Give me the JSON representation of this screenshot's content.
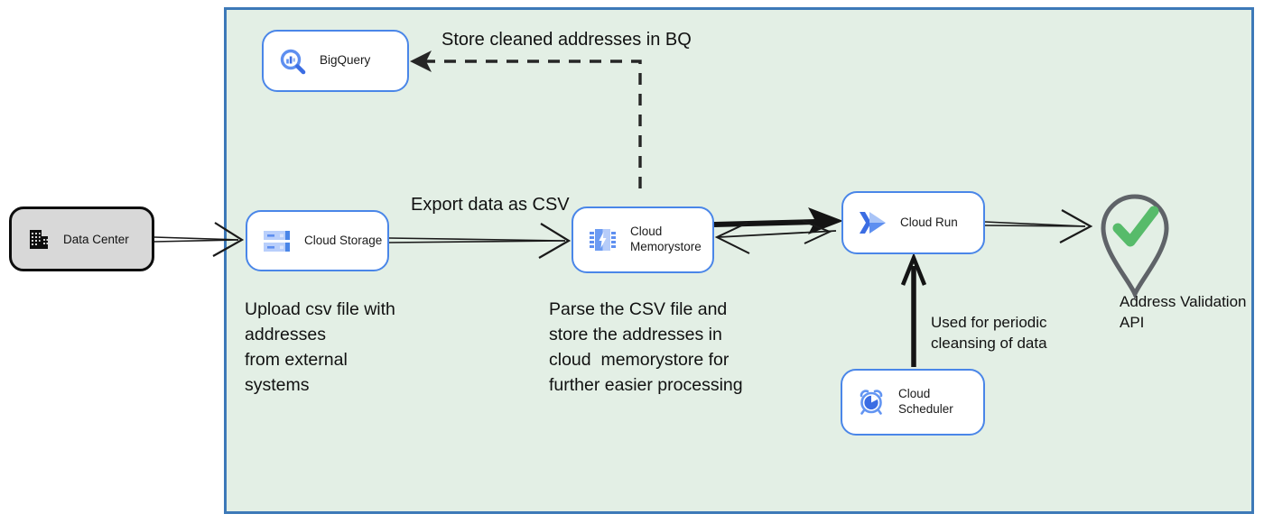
{
  "nodes": {
    "data_center": {
      "label": "Data Center"
    },
    "bigquery": {
      "label": "BigQuery"
    },
    "cloud_storage": {
      "label": "Cloud Storage"
    },
    "cloud_memorystore": {
      "label": "Cloud Memorystore"
    },
    "cloud_run": {
      "label": "Cloud Run"
    },
    "cloud_scheduler": {
      "label": "Cloud Scheduler"
    },
    "address_validation_api": {
      "label": "Address Validation API"
    }
  },
  "annotations": {
    "store_bq": "Store cleaned addresses in BQ",
    "export_csv": "Export data as CSV",
    "upload_note": "Upload csv file with\naddresses\nfrom external\nsystems",
    "parse_note": "Parse the CSV file and\nstore the addresses in\ncloud  memorystore for\nfurther easier processing",
    "scheduler_note": "Used for periodic\ncleansing of data"
  },
  "icons": {
    "data_center": "building-icon",
    "bigquery": "magnifier-with-barchart-icon",
    "cloud_storage": "stacked-disks-icon",
    "cloud_memorystore": "memory-chip-bolt-icon",
    "cloud_run": "double-chevron-play-icon",
    "cloud_scheduler": "alarm-clock-icon",
    "address_validation_api": "map-pin-checkmark-icon"
  },
  "colors": {
    "container_fill": "#e3efe5",
    "container_border": "#3d79b8",
    "node_border": "#4a86e8",
    "node_fill": "#ffffff",
    "data_center_fill": "#d8d8d8",
    "icon_blue": "#5e8ff0",
    "icon_blue_dark": "#3b6de3",
    "icon_blue_light": "#b3cbf9",
    "pin_outline": "#5f6368",
    "check_green": "#57bb6a",
    "arrow_color": "#1a1a1a"
  }
}
